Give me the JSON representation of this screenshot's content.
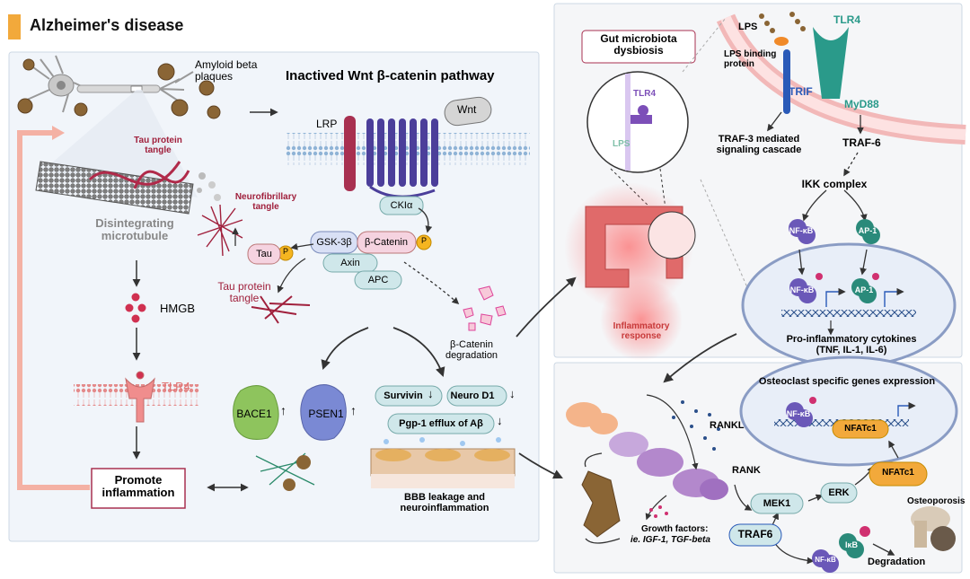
{
  "header": {
    "title": "Alzheimer's disease",
    "accent_color": "#f2a93b"
  },
  "left_panel": {
    "amyloid": "Amyloid beta\nplaques",
    "wnt_title": "Inactived Wnt β-catenin pathway",
    "lrp": "LRP",
    "wnt": "Wnt",
    "tau_tangle_top": "Tau protein\ntangle",
    "neurofibrillary": "Neurofibrillary\ntangle",
    "disintegrating": "Disintegrating\nmicrotubule",
    "ckia": "CKIα",
    "gsk": "GSK-3β",
    "bcatenin": "β-Catenin",
    "axin": "Axin",
    "apc": "APC",
    "tau": "Tau",
    "phospho": "P",
    "tau_tangle_bottom": "Tau protein\ntangle",
    "bcat_degradation": "β-Catenin\ndegradation",
    "hmgb": "HMGB",
    "tlr4": "TLR4",
    "bace1": "BACE1",
    "psen1": "PSEN1",
    "survivin": "Survivin",
    "neurod1": "Neuro D1",
    "pgp": "Pgp-1 efflux of Aβ",
    "bbb": "BBB leakage and\nneuroinflammation",
    "promote": "Promote\ninflammation"
  },
  "gut_panel": {
    "gut_title": "Gut microbiota\ndysbiosis",
    "tlr4_small": "TLR4",
    "lps_small": "LPS",
    "inflammatory": "Inflammatory\nresponse"
  },
  "cell_panel": {
    "lps": "LPS",
    "tlr4": "TLR4",
    "lbp": "LPS binding\nprotein",
    "trif": "TRIF",
    "myd88": "MyD88",
    "traf3": "TRAF-3 mediated\nsignaling cascade",
    "traf6": "TRAF-6",
    "ikk": "IKK complex",
    "nfkb": "NF-κB",
    "ap1": "AP-1",
    "cytokines": "Pro-inflammatory cytokines\n(TNF, IL-1, IL-6)"
  },
  "bone_panel": {
    "osteoclast_genes": "Osteoclast specific genes expression",
    "nfkb": "NF-κB",
    "nfatc1": "NFATc1",
    "rankl": "RANKL",
    "rank": "RANK",
    "mek1": "MEK1",
    "erk": "ERK",
    "nfatc1_2": "NFATc1",
    "osteoporosis": "Osteoporosis",
    "traf6": "TRAF6",
    "ikb": "IκB",
    "degradation": "Degradation",
    "growth": "Growth factors:",
    "growth_ie": "ie. IGF-1, TGF-beta"
  }
}
